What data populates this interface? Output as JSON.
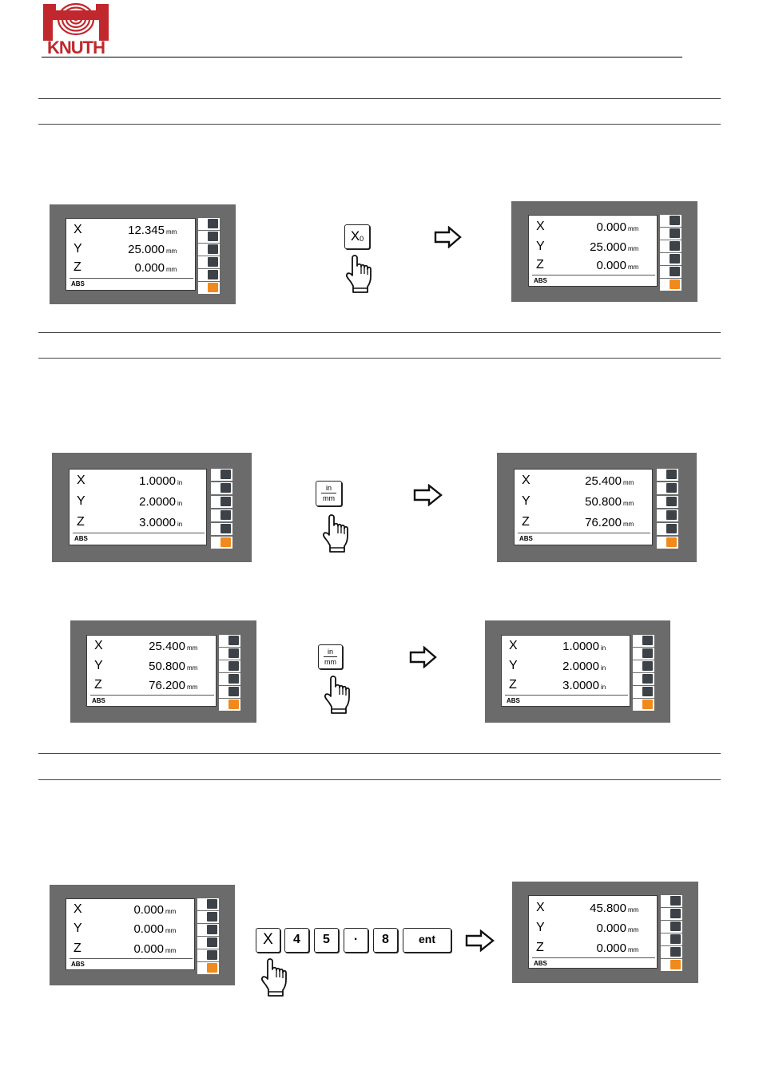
{
  "logo": {
    "text": "KNUTH",
    "color": "#c0282d"
  },
  "colors": {
    "panel": "#6b6b6b",
    "key_dark": "#3c4247",
    "key_active": "#f08a1c"
  },
  "examples": {
    "zero": {
      "before": {
        "rows": [
          {
            "axis": "X",
            "value": "12.345",
            "unit": "mm"
          },
          {
            "axis": "Y",
            "value": "25.000",
            "unit": "mm"
          },
          {
            "axis": "Z",
            "value": "0.000",
            "unit": "mm"
          }
        ],
        "mode": "ABS"
      },
      "key": {
        "main": "X",
        "sub": "0"
      },
      "after": {
        "rows": [
          {
            "axis": "X",
            "value": "0.000",
            "unit": "mm"
          },
          {
            "axis": "Y",
            "value": "25.000",
            "unit": "mm"
          },
          {
            "axis": "Z",
            "value": "0.000",
            "unit": "mm"
          }
        ],
        "mode": "ABS"
      }
    },
    "inch_to_mm": {
      "before": {
        "rows": [
          {
            "axis": "X",
            "value": "1.0000",
            "unit": "in"
          },
          {
            "axis": "Y",
            "value": "2.0000",
            "unit": "in"
          },
          {
            "axis": "Z",
            "value": "3.0000",
            "unit": "in"
          }
        ],
        "mode": "ABS"
      },
      "key": {
        "top": "in",
        "bottom": "mm"
      },
      "after": {
        "rows": [
          {
            "axis": "X",
            "value": "25.400",
            "unit": "mm"
          },
          {
            "axis": "Y",
            "value": "50.800",
            "unit": "mm"
          },
          {
            "axis": "Z",
            "value": "76.200",
            "unit": "mm"
          }
        ],
        "mode": "ABS"
      }
    },
    "mm_to_inch": {
      "before": {
        "rows": [
          {
            "axis": "X",
            "value": "25.400",
            "unit": "mm"
          },
          {
            "axis": "Y",
            "value": "50.800",
            "unit": "mm"
          },
          {
            "axis": "Z",
            "value": "76.200",
            "unit": "mm"
          }
        ],
        "mode": "ABS"
      },
      "key": {
        "top": "in",
        "bottom": "mm"
      },
      "after": {
        "rows": [
          {
            "axis": "X",
            "value": "1.0000",
            "unit": "in"
          },
          {
            "axis": "Y",
            "value": "2.0000",
            "unit": "in"
          },
          {
            "axis": "Z",
            "value": "3.0000",
            "unit": "in"
          }
        ],
        "mode": "ABS"
      }
    },
    "preset": {
      "before": {
        "rows": [
          {
            "axis": "X",
            "value": "0.000",
            "unit": "mm"
          },
          {
            "axis": "Y",
            "value": "0.000",
            "unit": "mm"
          },
          {
            "axis": "Z",
            "value": "0.000",
            "unit": "mm"
          }
        ],
        "mode": "ABS"
      },
      "keys": [
        "X",
        "4",
        "5",
        "·",
        "8",
        "ent"
      ],
      "after": {
        "rows": [
          {
            "axis": "X",
            "value": "45.800",
            "unit": "mm"
          },
          {
            "axis": "Y",
            "value": "0.000",
            "unit": "mm"
          },
          {
            "axis": "Z",
            "value": "0.000",
            "unit": "mm"
          }
        ],
        "mode": "ABS"
      }
    }
  }
}
